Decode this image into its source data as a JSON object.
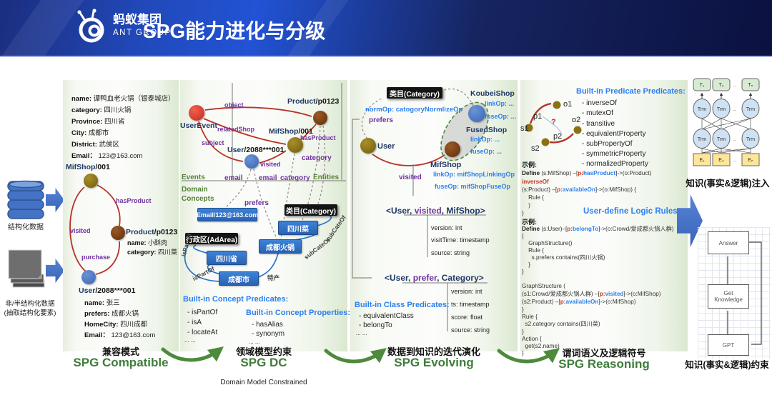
{
  "header": {
    "logo_cn": "蚂蚁集团",
    "logo_en": "ANT GROUP",
    "title": "SPG能力进化与分级"
  },
  "left_col": {
    "structured": "结构化数据",
    "unstructured_1": "非/半结构化数据",
    "unstructured_2": "(抽取结构化要素)"
  },
  "p1": {
    "attrs": [
      {
        "k": "name:",
        "v": "谭鸭血老火锅（银泰城店）"
      },
      {
        "k": "category:",
        "v": "四川火锅"
      },
      {
        "k": "Province:",
        "v": "四川省"
      },
      {
        "k": "City:",
        "v": "成都市"
      },
      {
        "k": "District:",
        "v": "武侯区"
      },
      {
        "k": "Email：",
        "v": "123@163.com"
      }
    ],
    "shop_pre": "MifShop",
    "shop_suf": "/001",
    "edge_visited": "visited",
    "edge_hasproduct": "hasProduct",
    "edge_purchase": "purchase",
    "product_pre": "Product",
    "product_suf": "/p0123",
    "product_attrs": [
      {
        "k": "name:",
        "v": "小酥肉"
      },
      {
        "k": "category:",
        "v": "四川菜"
      }
    ],
    "user_pre": "User",
    "user_suf": "/2088***001",
    "user_attrs": [
      {
        "k": "name:",
        "v": "张三"
      },
      {
        "k": "prefers:",
        "v": "成都火锅"
      },
      {
        "k": "HomeCity:",
        "v": "四川成都"
      },
      {
        "k": "Email：",
        "v": "123@163.com"
      }
    ],
    "stage_cn": "兼容模式",
    "stage_en": "SPG Compatible"
  },
  "p2": {
    "node_userevent": "UserEvent",
    "node_product_pre": "Product",
    "node_product_suf": "/p0123",
    "node_shop_pre": "MifShop",
    "node_shop_suf": "/001",
    "node_user_pre": "User",
    "node_user_suf": "/2088***001",
    "e_object": "object",
    "e_relatedshop": "relatedShop",
    "e_subject": "subject",
    "e_hasproduct": "hasProduct",
    "e_visited": "visited",
    "e_category": "category",
    "lbl_events": "Events",
    "lbl_entities": "Entities",
    "lbl_domain_1": "Domain",
    "lbl_domain_2": "Concepts",
    "lbl_email_1": "email",
    "lbl_email_2": "email",
    "lbl_category_2": "category",
    "lbl_prefers": "prefers",
    "box_email": "Email/123@163.com",
    "box_category": "类目(Category)",
    "box_sichuancai": "四川菜",
    "box_adarea": "行政区(AdArea)",
    "box_chengduhotpot": "成都火锅",
    "box_sichuansheng": "四川省",
    "box_chengdushi": "成都市",
    "e_ispartof_1": "isPartOf",
    "e_ispartof_2": "isPartOf",
    "e_techan": "特产",
    "e_subcateof_1": "subCateOf",
    "e_subcateof_2": "subCateOf",
    "pred_title": "Built-in Concept Predicates:",
    "pred_items": [
      "- isPartOf",
      "- isA",
      "- locateAt"
    ],
    "pred_dots": "... ...",
    "prop_title": "Built-in Concept Properties:",
    "prop_items": [
      "- hasAlias",
      "- synonym"
    ],
    "prop_dots": "... ...",
    "stage_cn": "领域模型约束",
    "stage_en": "SPG DC",
    "stage_sub": "Domain Model Constrained"
  },
  "p3": {
    "box_category": "类目(Category)",
    "normop": "normOp: catogoryNormlizeOp",
    "prefers": "prefers",
    "visited": "visited",
    "user": "User",
    "koubei": "KoubeiShop",
    "koubei_ops": [
      "linkOp: ...",
      "fuseOp: ..."
    ],
    "fused": "FusedShop",
    "fused_ops": [
      "linkOp: ...",
      "fuseOp: ..."
    ],
    "mif": "MifShop",
    "mif_ops": [
      "linkOp: mifShopLinkingOp",
      "fuseOp: mifShopFuseOp"
    ],
    "triple1": [
      {
        "t": "<User, ",
        "c": "nv"
      },
      {
        "t": "visited",
        "c": "pu"
      },
      {
        "t": ", MifShop>",
        "c": "nv"
      }
    ],
    "triple1_attrs": [
      "version: int",
      "visitTime: timestamp",
      "source: string"
    ],
    "triple2": [
      {
        "t": "<User, ",
        "c": "nv"
      },
      {
        "t": "prefer",
        "c": "pu"
      },
      {
        "t": ", Category>",
        "c": "nv"
      }
    ],
    "triple2_attrs": [
      "version: int",
      "ts: timestamp",
      "score: float",
      "source: string"
    ],
    "class_title": "Built-in Class Predicates:",
    "class_items": [
      "- equivalentClass",
      "- belongTo"
    ],
    "class_dots": "... ...",
    "stage_cn": "数据到知识的迭代演化",
    "stage_en": "SPG Evolving"
  },
  "p4": {
    "d_s1": "s1",
    "d_s2": "s2",
    "d_o1": "o1",
    "d_o2": "o2",
    "d_p1": "p1",
    "d_p2": "p2",
    "d_q": "?",
    "pred_title": "Built-in Predicate Predicates:",
    "pred_items": [
      "- inverseOf",
      "- mutexOf",
      "- transitive",
      "- equivalentProperty",
      "- subPropertyOf",
      "- symmetricProperty",
      "- normalizedProperty"
    ],
    "pred_dots": "... ...",
    "example_1": "示例:",
    "example_2": "示例:",
    "code1": [
      [
        {
          "t": "Define ",
          "c": "b"
        },
        {
          "t": "(s:MifShop) –[",
          "c": "n"
        },
        {
          "t": "p:",
          "c": "r"
        },
        {
          "t": "hasProduct",
          "c": "bl"
        },
        {
          "t": "]->(o:Product)",
          "c": "n"
        }
      ],
      [
        {
          "t": "inverseOf",
          "c": "r"
        }
      ],
      [
        {
          "t": "(s:Product) –[",
          "c": "n"
        },
        {
          "t": "p:",
          "c": "r"
        },
        {
          "t": "availableOn",
          "c": "bl"
        },
        {
          "t": "]->(o:MifShop) {",
          "c": "n"
        }
      ],
      [
        {
          "t": "    Rule {",
          "c": "n"
        }
      ],
      [
        {
          "t": "    )",
          "c": "n"
        }
      ],
      [
        {
          "t": "}",
          "c": "n"
        }
      ]
    ],
    "rules_title": "User-define Logic Rules:",
    "code2": [
      [
        {
          "t": "Define ",
          "c": "b"
        },
        {
          "t": "(s:User)–[",
          "c": "n"
        },
        {
          "t": "p:",
          "c": "r"
        },
        {
          "t": "belongTo",
          "c": "bl"
        },
        {
          "t": "]->(o:Crowd/爱成都火锅人群)",
          "c": "n"
        }
      ],
      [
        {
          "t": "{",
          "c": "n"
        }
      ],
      [
        {
          "t": "    GraphStructure()",
          "c": "n"
        }
      ],
      [
        {
          "t": "    Rule {",
          "c": "n"
        }
      ],
      [
        {
          "t": "      s.prefers contains(四川火锅)",
          "c": "n"
        }
      ],
      [
        {
          "t": "    }",
          "c": "n"
        }
      ],
      [
        {
          "t": "}",
          "c": "n"
        }
      ],
      [
        {
          "t": " ",
          "c": "n"
        }
      ],
      [
        {
          "t": "GraphStructure (",
          "c": "n"
        }
      ],
      [
        {
          "t": "(s1:Crowd/爱成都火锅人群) –[",
          "c": "n"
        },
        {
          "t": "p:",
          "c": "r"
        },
        {
          "t": "visited",
          "c": "bl"
        },
        {
          "t": "]->(o:MifShop)",
          "c": "n"
        }
      ],
      [
        {
          "t": "(s2:Product) –[",
          "c": "n"
        },
        {
          "t": "p:",
          "c": "r"
        },
        {
          "t": "availableOn",
          "c": "bl"
        },
        {
          "t": "]->(o:MifShop)",
          "c": "n"
        }
      ],
      [
        {
          "t": "}",
          "c": "n"
        }
      ],
      [
        {
          "t": "Rule {",
          "c": "n"
        }
      ],
      [
        {
          "t": "  s2.category contains(四川菜)",
          "c": "n"
        }
      ],
      [
        {
          "t": "}",
          "c": "n"
        }
      ],
      [
        {
          "t": "Action {",
          "c": "n"
        }
      ],
      [
        {
          "t": "  get(s2.name)",
          "c": "n"
        }
      ],
      [
        {
          "t": "}",
          "c": "n"
        }
      ]
    ],
    "stage_cn": "谓词语义及逻辑符号",
    "stage_en": "SPG Reasoning"
  },
  "right_col": {
    "inject_label": "知识(事实&逻辑)注入",
    "constrain_label": "知识(事实&逻辑)约束",
    "bert": {
      "t1": "T₁",
      "t2": "T₂",
      "tn": "Tₙ",
      "trm": "Trm",
      "e1": "E₁",
      "e2": "E₂",
      "en": "Eₙ",
      "dots": ".."
    },
    "flow": {
      "answer": "Answer",
      "get_1": "Get",
      "get_2": "Knowledge",
      "gpt": "GPT"
    }
  },
  "colors": {
    "accent_green": "#4e8a3c",
    "stage_green": "#3f7d3b",
    "navy": "#1f3864",
    "purple": "#7030a0",
    "link_blue": "#2d7ff0",
    "edge_red": "#b83226",
    "node_blue": "#4472c4",
    "node_olive": "#8a7214",
    "node_brown": "#7b3a10",
    "header_navy": "#101a4e"
  },
  "icons": {
    "logo": "ant-logo-icon",
    "db": "database-icon",
    "docs": "documents-icon",
    "arrow": "block-arrow-right-icon"
  }
}
